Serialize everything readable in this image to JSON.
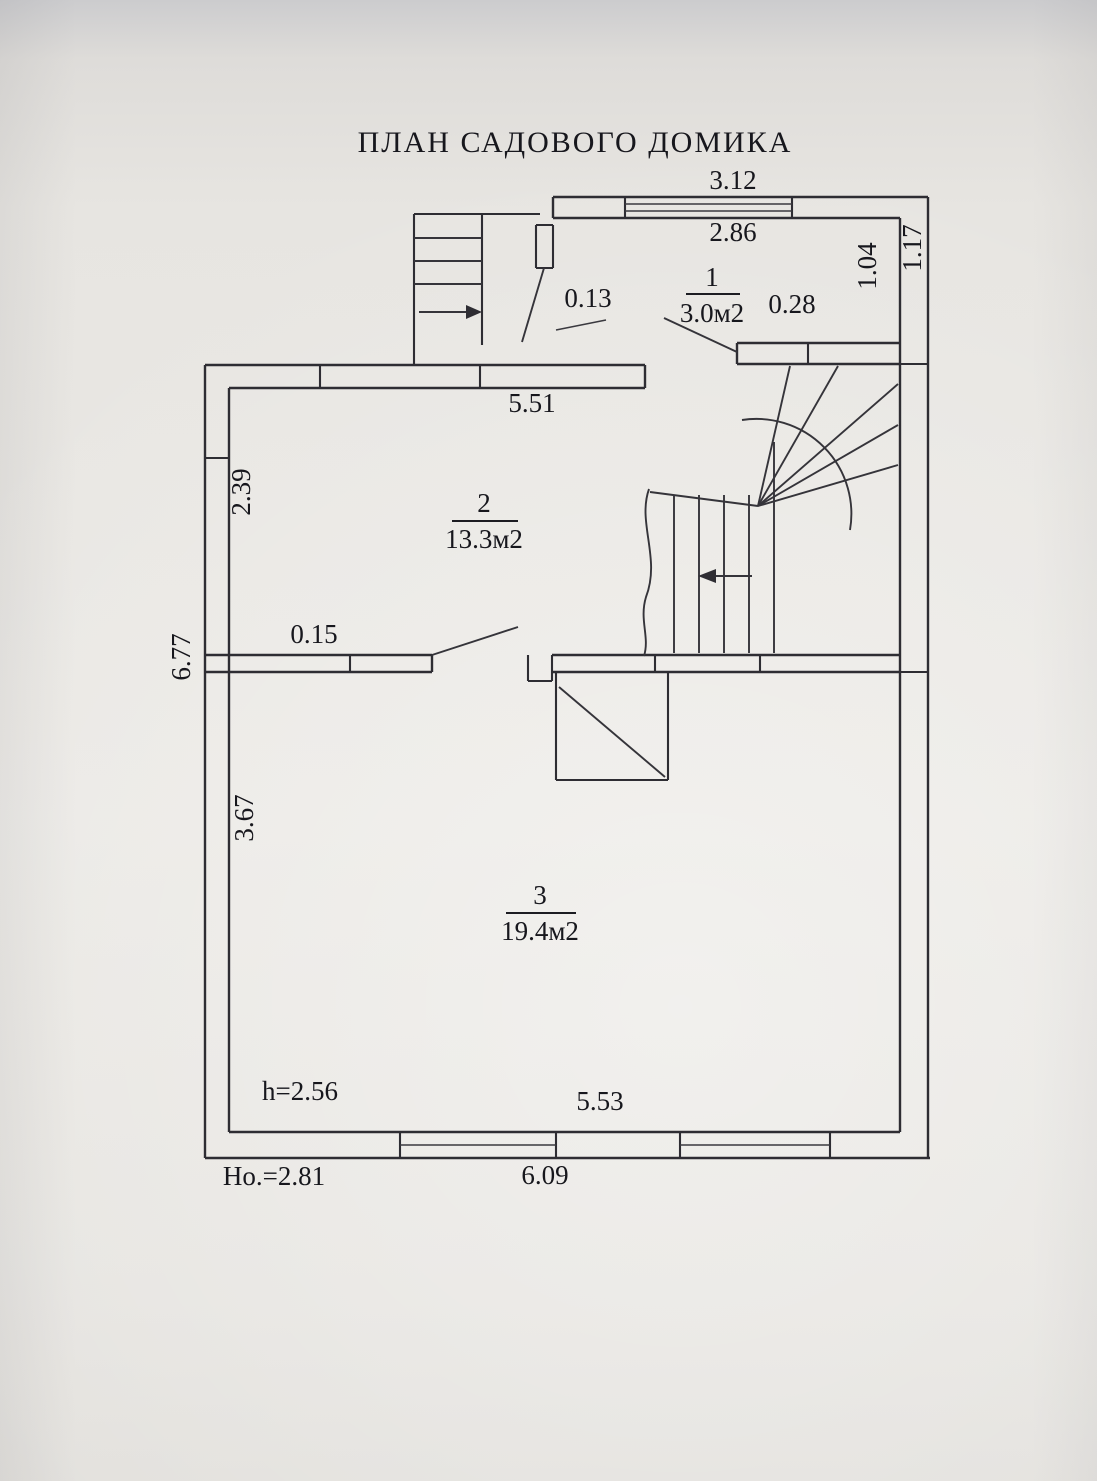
{
  "title": "ПЛАН САДОВОГО ДОМИКА",
  "rooms": {
    "room1": {
      "number": "1",
      "area": "3.0м2"
    },
    "room2": {
      "number": "2",
      "area": "13.3м2"
    },
    "room3": {
      "number": "3",
      "area": "19.4м2"
    }
  },
  "dimensions": {
    "overall_top": "3.12",
    "window_top": "2.86",
    "right_inner": "1.04",
    "right_outer": "1.17",
    "entry_step": "0.13",
    "room1_door": "0.28",
    "room2_top": "5.51",
    "room2_left": "2.39",
    "left_overall": "6.77",
    "partition": "0.15",
    "room3_left": "3.67",
    "room3_bottom": "5.53",
    "bottom_overall": "6.09"
  },
  "annotations": {
    "height": "h=2.56",
    "basement": "Но.=2.81"
  }
}
